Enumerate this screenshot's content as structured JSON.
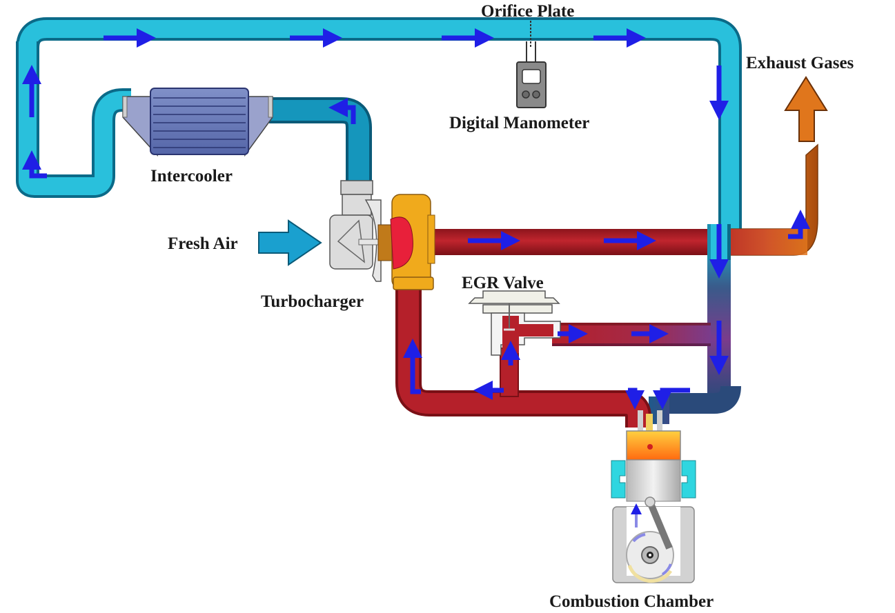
{
  "title": "EGR turbocharged engine air-flow schematic",
  "labels": {
    "orifice_plate": "Orifice Plate",
    "digital_manometer": "Digital Manometer",
    "exhaust_gases": "Exhaust Gases",
    "intercooler": "Intercooler",
    "fresh_air": "Fresh Air",
    "turbocharger": "Turbocharger",
    "egr_valve": "EGR Valve",
    "combustion_chamber": "Combustion Chamber"
  },
  "colors": {
    "intake_pipe": "#1ab8d4",
    "intake_pipe_dark": "#0f7fa0",
    "exhaust_pipe": "#b5202a",
    "exhaust_pipe_dark": "#7a1016",
    "exhaust_outlet": "#e0761c",
    "mixed_pipe": "#6a3b8c",
    "flow_arrow": "#1f1fe6",
    "intercooler": "#6f7fb8",
    "turbine_housing": "#f0aa1c",
    "compressor_housing": "#d8d8d8",
    "manometer": "#8a8a8a",
    "coolant_jacket": "#2fd6e0"
  },
  "components": [
    {
      "id": "orifice-plate",
      "label_key": "orifice_plate"
    },
    {
      "id": "digital-manometer",
      "label_key": "digital_manometer"
    },
    {
      "id": "intercooler",
      "label_key": "intercooler"
    },
    {
      "id": "turbocharger",
      "label_key": "turbocharger"
    },
    {
      "id": "egr-valve",
      "label_key": "egr_valve"
    },
    {
      "id": "combustion-chamber",
      "label_key": "combustion_chamber"
    }
  ],
  "flows": [
    {
      "from": "fresh-air",
      "to": "turbocharger-compressor"
    },
    {
      "from": "turbocharger-compressor",
      "to": "intercooler"
    },
    {
      "from": "intercooler",
      "to": "orifice-plate"
    },
    {
      "from": "orifice-plate",
      "to": "combustion-chamber-intake"
    },
    {
      "from": "combustion-chamber-exhaust",
      "to": "egr-valve"
    },
    {
      "from": "combustion-chamber-exhaust",
      "to": "turbocharger-turbine"
    },
    {
      "from": "egr-valve",
      "to": "combustion-chamber-intake"
    },
    {
      "from": "turbocharger-turbine",
      "to": "exhaust-gases"
    }
  ]
}
